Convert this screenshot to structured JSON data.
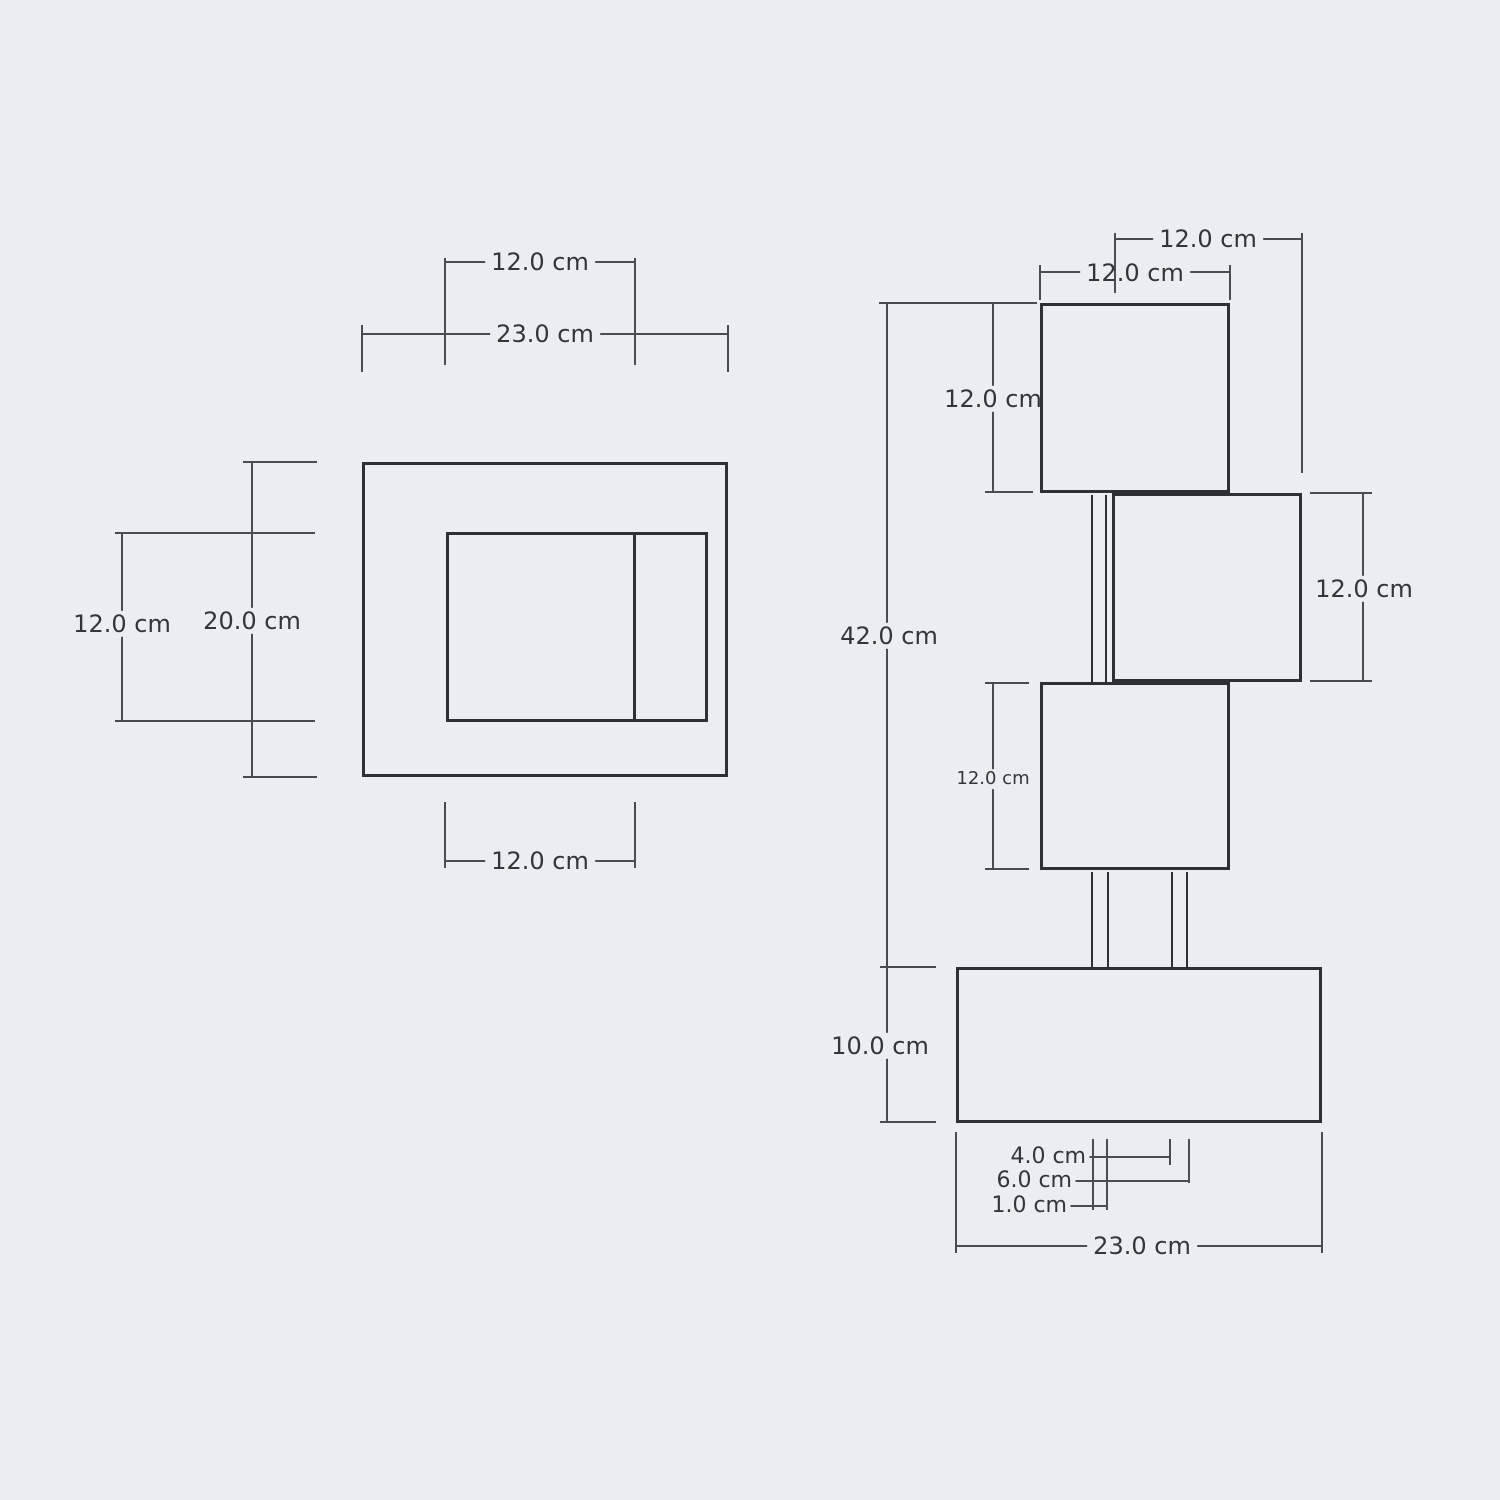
{
  "plan_view": {
    "inner_width_top": "12.0 cm",
    "outer_width": "23.0 cm",
    "inner_height": "12.0 cm",
    "outer_height": "20.0 cm",
    "inner_width_bottom": "12.0 cm"
  },
  "front_view": {
    "middle_shelf_width": "12.0 cm",
    "top_shelf_width": "12.0 cm",
    "top_shelf_height": "12.0 cm",
    "middle_shelf_height": "12.0 cm",
    "overall_height": "42.0 cm",
    "lower_shelf_height": "12.0 cm",
    "base_height": "10.0 cm",
    "rod_gap": "4.0 cm",
    "rod_span": "6.0 cm",
    "rod_width": "1.0 cm",
    "base_width": "23.0 cm"
  },
  "colors": {
    "background": "#ecedef",
    "object_line": "#2f3032",
    "dimension_line": "#4b4c4e",
    "text": "#333538"
  }
}
